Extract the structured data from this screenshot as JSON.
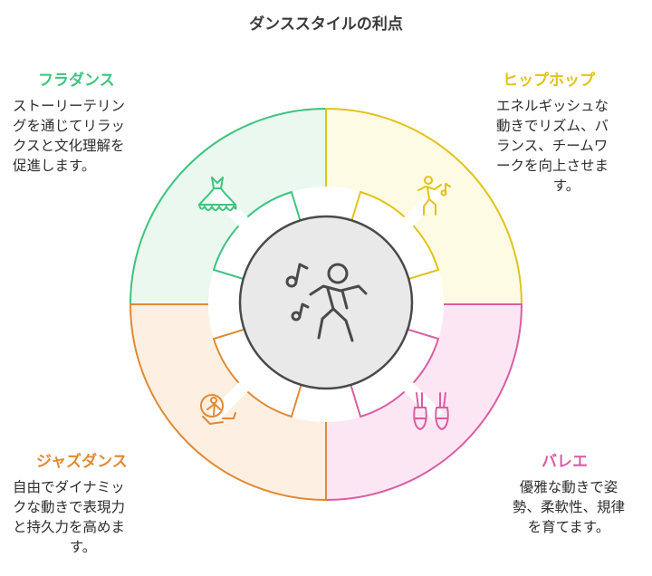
{
  "title": "ダンススタイルの利点",
  "colors": {
    "hula": "#3ec47e",
    "hula_fill": "#eaf8f0",
    "hiphop": "#e2c31a",
    "hiphop_fill": "#fdfbe3",
    "ballet": "#da5da3",
    "ballet_fill": "#fce6f3",
    "jazz": "#e08a35",
    "jazz_fill": "#fdf0e2",
    "center_fill": "#e9e9e9",
    "center_stroke": "#4a4a4a"
  },
  "sections": {
    "hula": {
      "heading": "フラダンス",
      "lines": [
        "ストーリーテリン",
        "グを通じてリラッ",
        "クスと文化理解を",
        "促進します。"
      ],
      "icon": "hula-dress-icon"
    },
    "hiphop": {
      "heading": "ヒップホップ",
      "lines": [
        "エネルギッシュな",
        "動きでリズム、バ",
        "ランス、チームワ",
        "ークを向上させま",
        "す。"
      ],
      "icon": "hiphop-dancer-icon"
    },
    "ballet": {
      "heading": "バレエ",
      "lines": [
        "優雅な動きで姿",
        "勢、柔軟性、規律",
        "を育てます。"
      ],
      "icon": "ballet-shoes-icon"
    },
    "jazz": {
      "heading": "ジャズダンス",
      "lines": [
        "自由でダイナミッ",
        "クな動きで表現力",
        "と持久力を高めま",
        "す。"
      ],
      "icon": "jazz-dancer-icon"
    }
  },
  "center_icon": "dancer-with-music-notes-icon"
}
